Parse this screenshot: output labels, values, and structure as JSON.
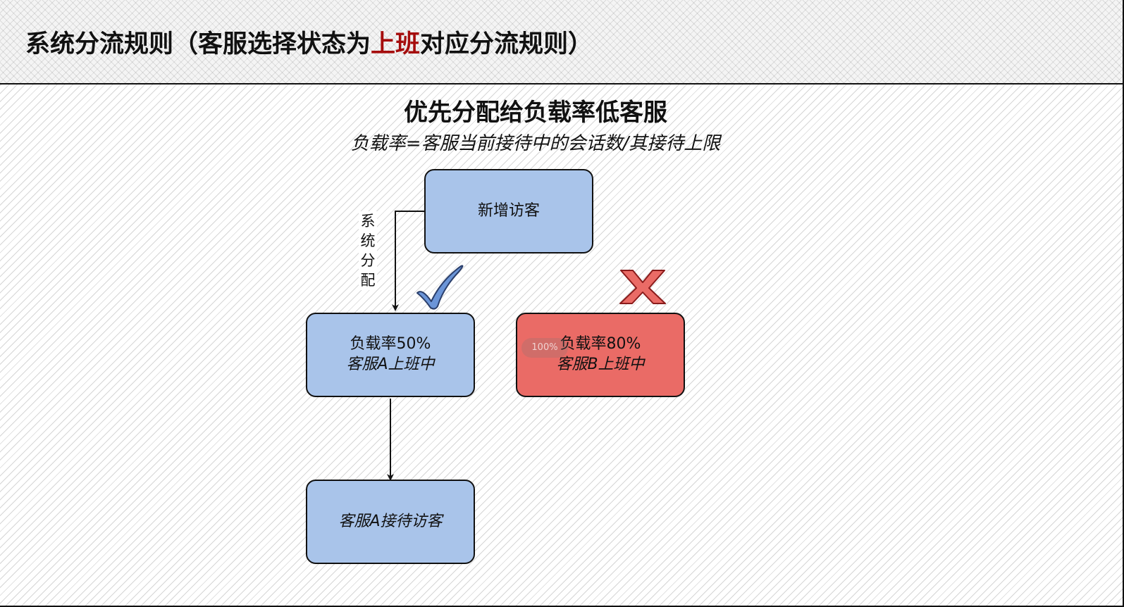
{
  "header": {
    "title_prefix": "系统分流规则（客服选择状态为",
    "title_highlight": "上班",
    "title_suffix": "对应分流规则）"
  },
  "diagram": {
    "title": "优先分配给负载率低客服",
    "subtitle": "负载率=客服当前接待中的会话数/其接待上限",
    "edge_label_chars": [
      "系",
      "统",
      "分",
      "配"
    ],
    "nodes": {
      "visitor": {
        "label": "新增访客"
      },
      "agent_a": {
        "line1": "负载率50%",
        "line2": "客服A上班中"
      },
      "agent_b": {
        "line1": "负载率80%",
        "line2": "客服B上班中",
        "overlay": "100%"
      },
      "result": {
        "label": "客服A接待访客"
      }
    },
    "marks": {
      "check_icon": "check-mark",
      "cross_icon": "x-mark"
    },
    "colors": {
      "node_blue": "#a9c4ea",
      "node_red": "#ea6b66",
      "highlight_red": "#a50d0d",
      "check_blue": "#6b95d8"
    }
  }
}
